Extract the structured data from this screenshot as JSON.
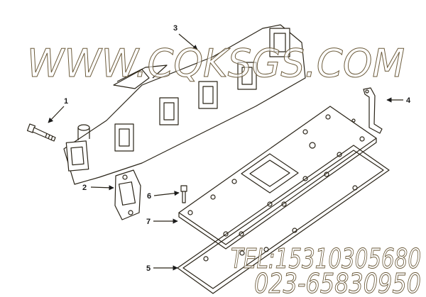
{
  "callouts": [
    "1",
    "2",
    "3",
    "4",
    "5",
    "6",
    "7"
  ],
  "watermark": {
    "site": "WWW.CQKSGS.COM",
    "tel": "TEL:15310305680",
    "phone": "023-65830950"
  },
  "colors": {
    "line": "#2a2418",
    "watermark_stroke": "#6b5a3a",
    "background": "#ffffff"
  }
}
